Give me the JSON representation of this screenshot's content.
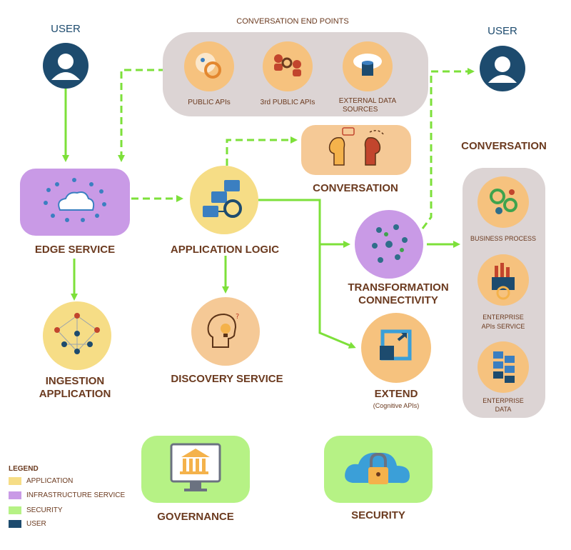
{
  "colors": {
    "application": "#f6dd86",
    "infrastructure": "#c99ae6",
    "security": "#b6f285",
    "user": "#1d4b6e",
    "arrow": "#7de03a",
    "text": "#6b3a1f"
  },
  "labels": {
    "user_left": "USER",
    "user_right": "USER",
    "endpoints_title": "CONVERSATION END POINTS",
    "public_apis": "PUBLIC APIs",
    "third_public_apis": "3rd PUBLIC APIs",
    "external_data_sources_1": "EXTERNAL DATA",
    "external_data_sources_2": "SOURCES",
    "conversation_mid": "CONVERSATION",
    "conversation_right": "CONVERSATION",
    "edge_service": "EDGE SERVICE",
    "application_logic": "APPLICATION LOGIC",
    "transformation_1": "TRANSFORMATION",
    "transformation_2": "CONNECTIVITY",
    "ingestion_1": "INGESTION",
    "ingestion_2": "APPLICATION",
    "discovery_service": "DISCOVERY SERVICE",
    "extend": "EXTEND",
    "extend_sub": "(Cognitive APIs)",
    "business_process": "BUSINESS PROCESS",
    "enterprise_apis_1": "ENTERPRISE",
    "enterprise_apis_2": "APIs SERVICE",
    "enterprise_data_1": "ENTERPRISE",
    "enterprise_data_2": "DATA",
    "governance": "GOVERNANCE",
    "security": "SECURITY"
  },
  "legend": {
    "title": "LEGEND",
    "items": [
      {
        "label": "APPLICATION",
        "color": "#f6dd86"
      },
      {
        "label": "INFRASTRUCTURE SERVICE",
        "color": "#c99ae6"
      },
      {
        "label": "SECURITY",
        "color": "#b6f285"
      },
      {
        "label": "USER",
        "color": "#1d4b6e"
      }
    ]
  }
}
